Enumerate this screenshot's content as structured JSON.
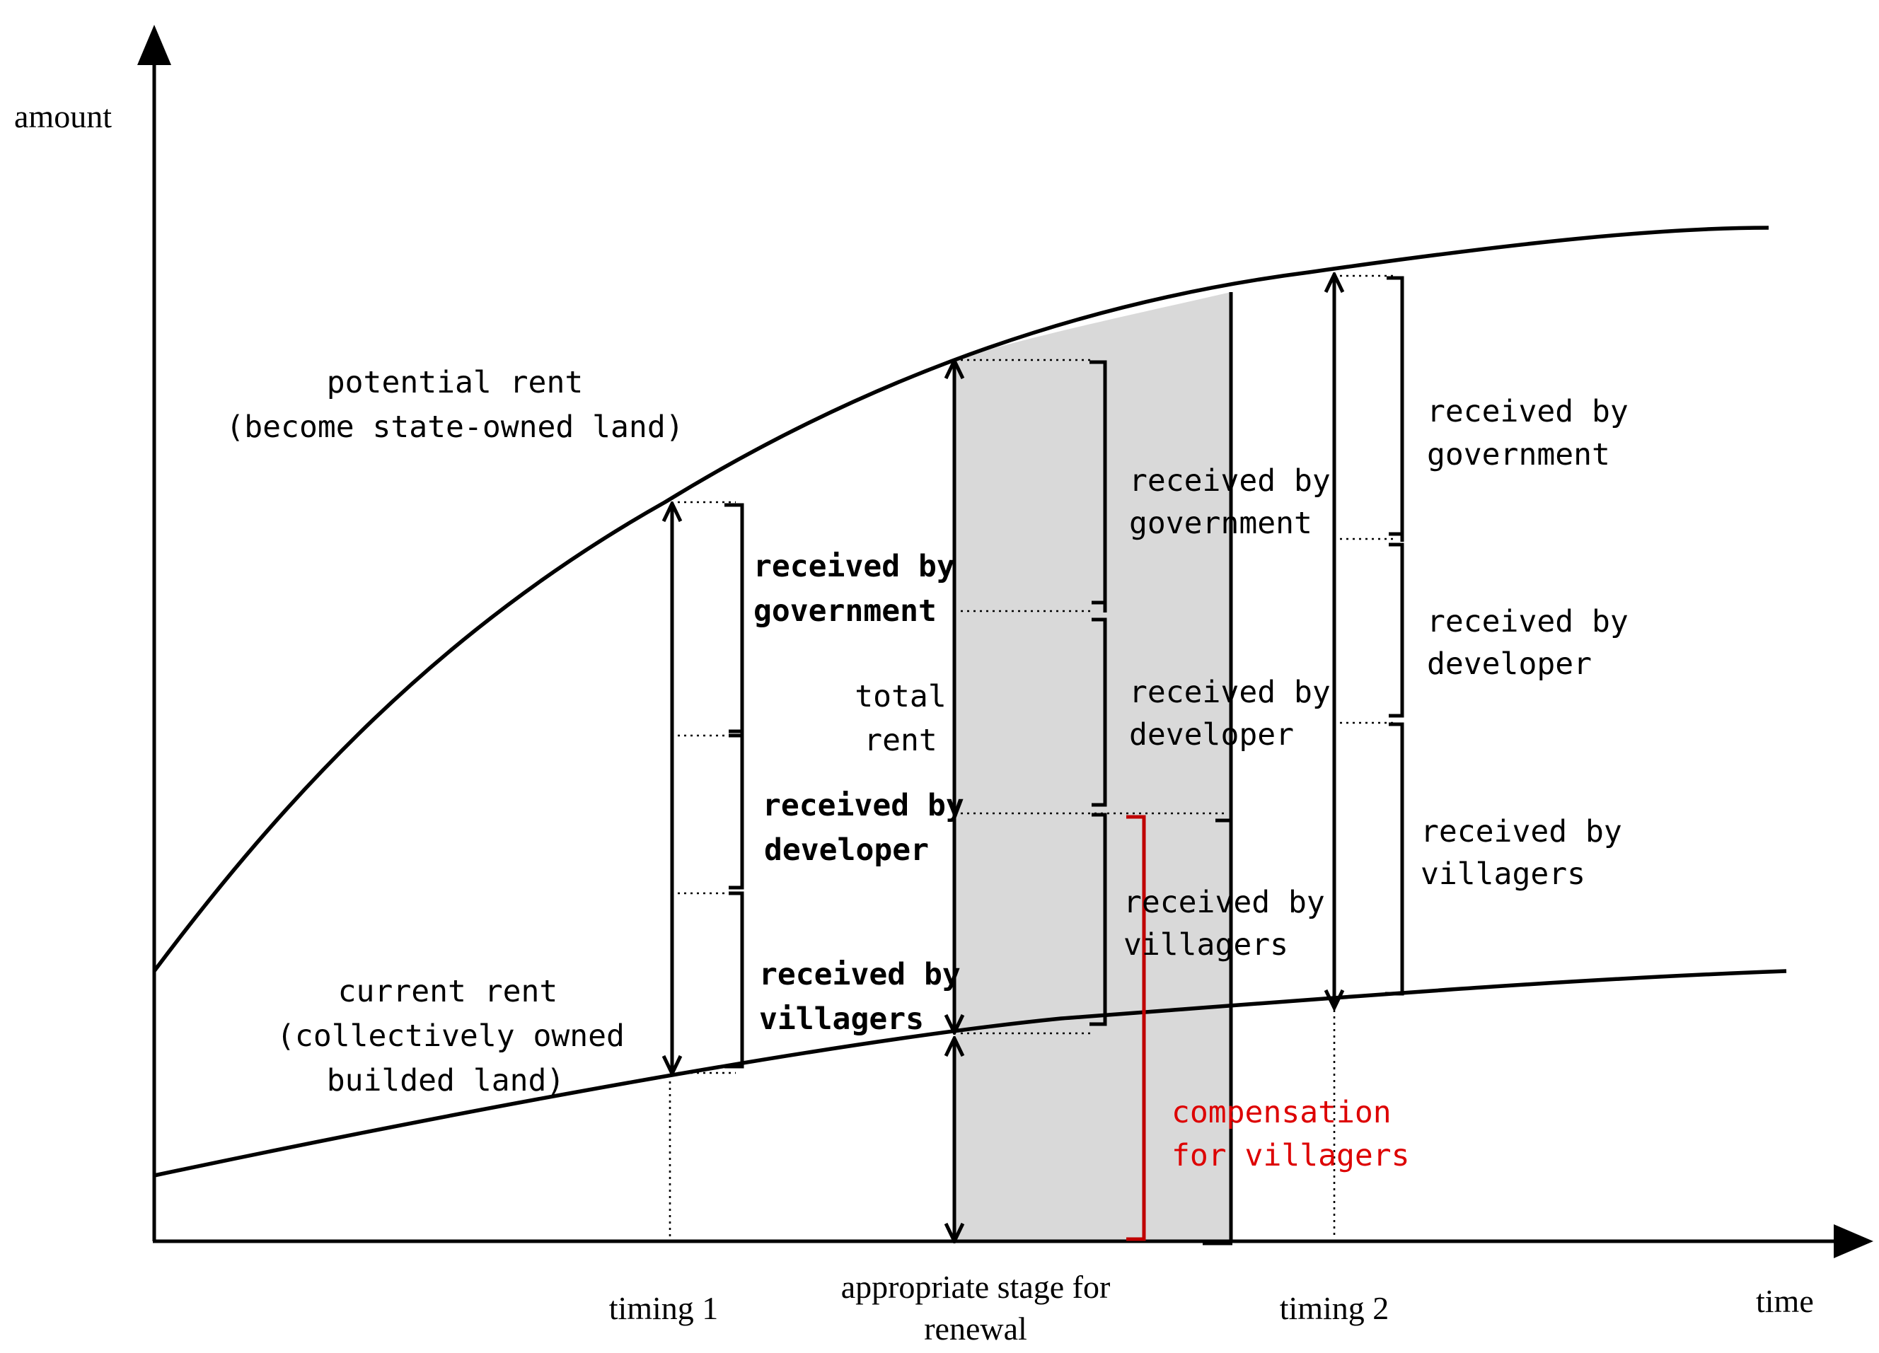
{
  "axes": {
    "y_label": "amount",
    "x_label": "time"
  },
  "curves": {
    "potential_rent": {
      "line1": "potential rent",
      "line2": "(become state-owned land)"
    },
    "current_rent": {
      "line1": "current rent",
      "line2": "(collectively owned",
      "line3": "builded land)"
    }
  },
  "timing1": {
    "axis_label": "timing 1",
    "government": [
      "received by",
      "government"
    ],
    "developer": [
      "received by",
      "developer"
    ],
    "villagers": [
      "received by",
      "villagers"
    ]
  },
  "renewal_stage": {
    "axis_label_line1": "appropriate stage for",
    "axis_label_line2": "renewal",
    "total_rent": [
      "total",
      "rent"
    ],
    "government": [
      "received by",
      "government"
    ],
    "developer": [
      "received by",
      "developer"
    ],
    "villagers": [
      "received by",
      "villagers"
    ],
    "compensation": [
      "compensation",
      "for villagers"
    ],
    "shade_color": "#d9d9d9",
    "compensation_color": "#c00000"
  },
  "timing2": {
    "axis_label": "timing 2",
    "government": [
      "received by",
      "government"
    ],
    "developer": [
      "received by",
      "developer"
    ],
    "villagers": [
      "received by",
      "villagers"
    ]
  }
}
